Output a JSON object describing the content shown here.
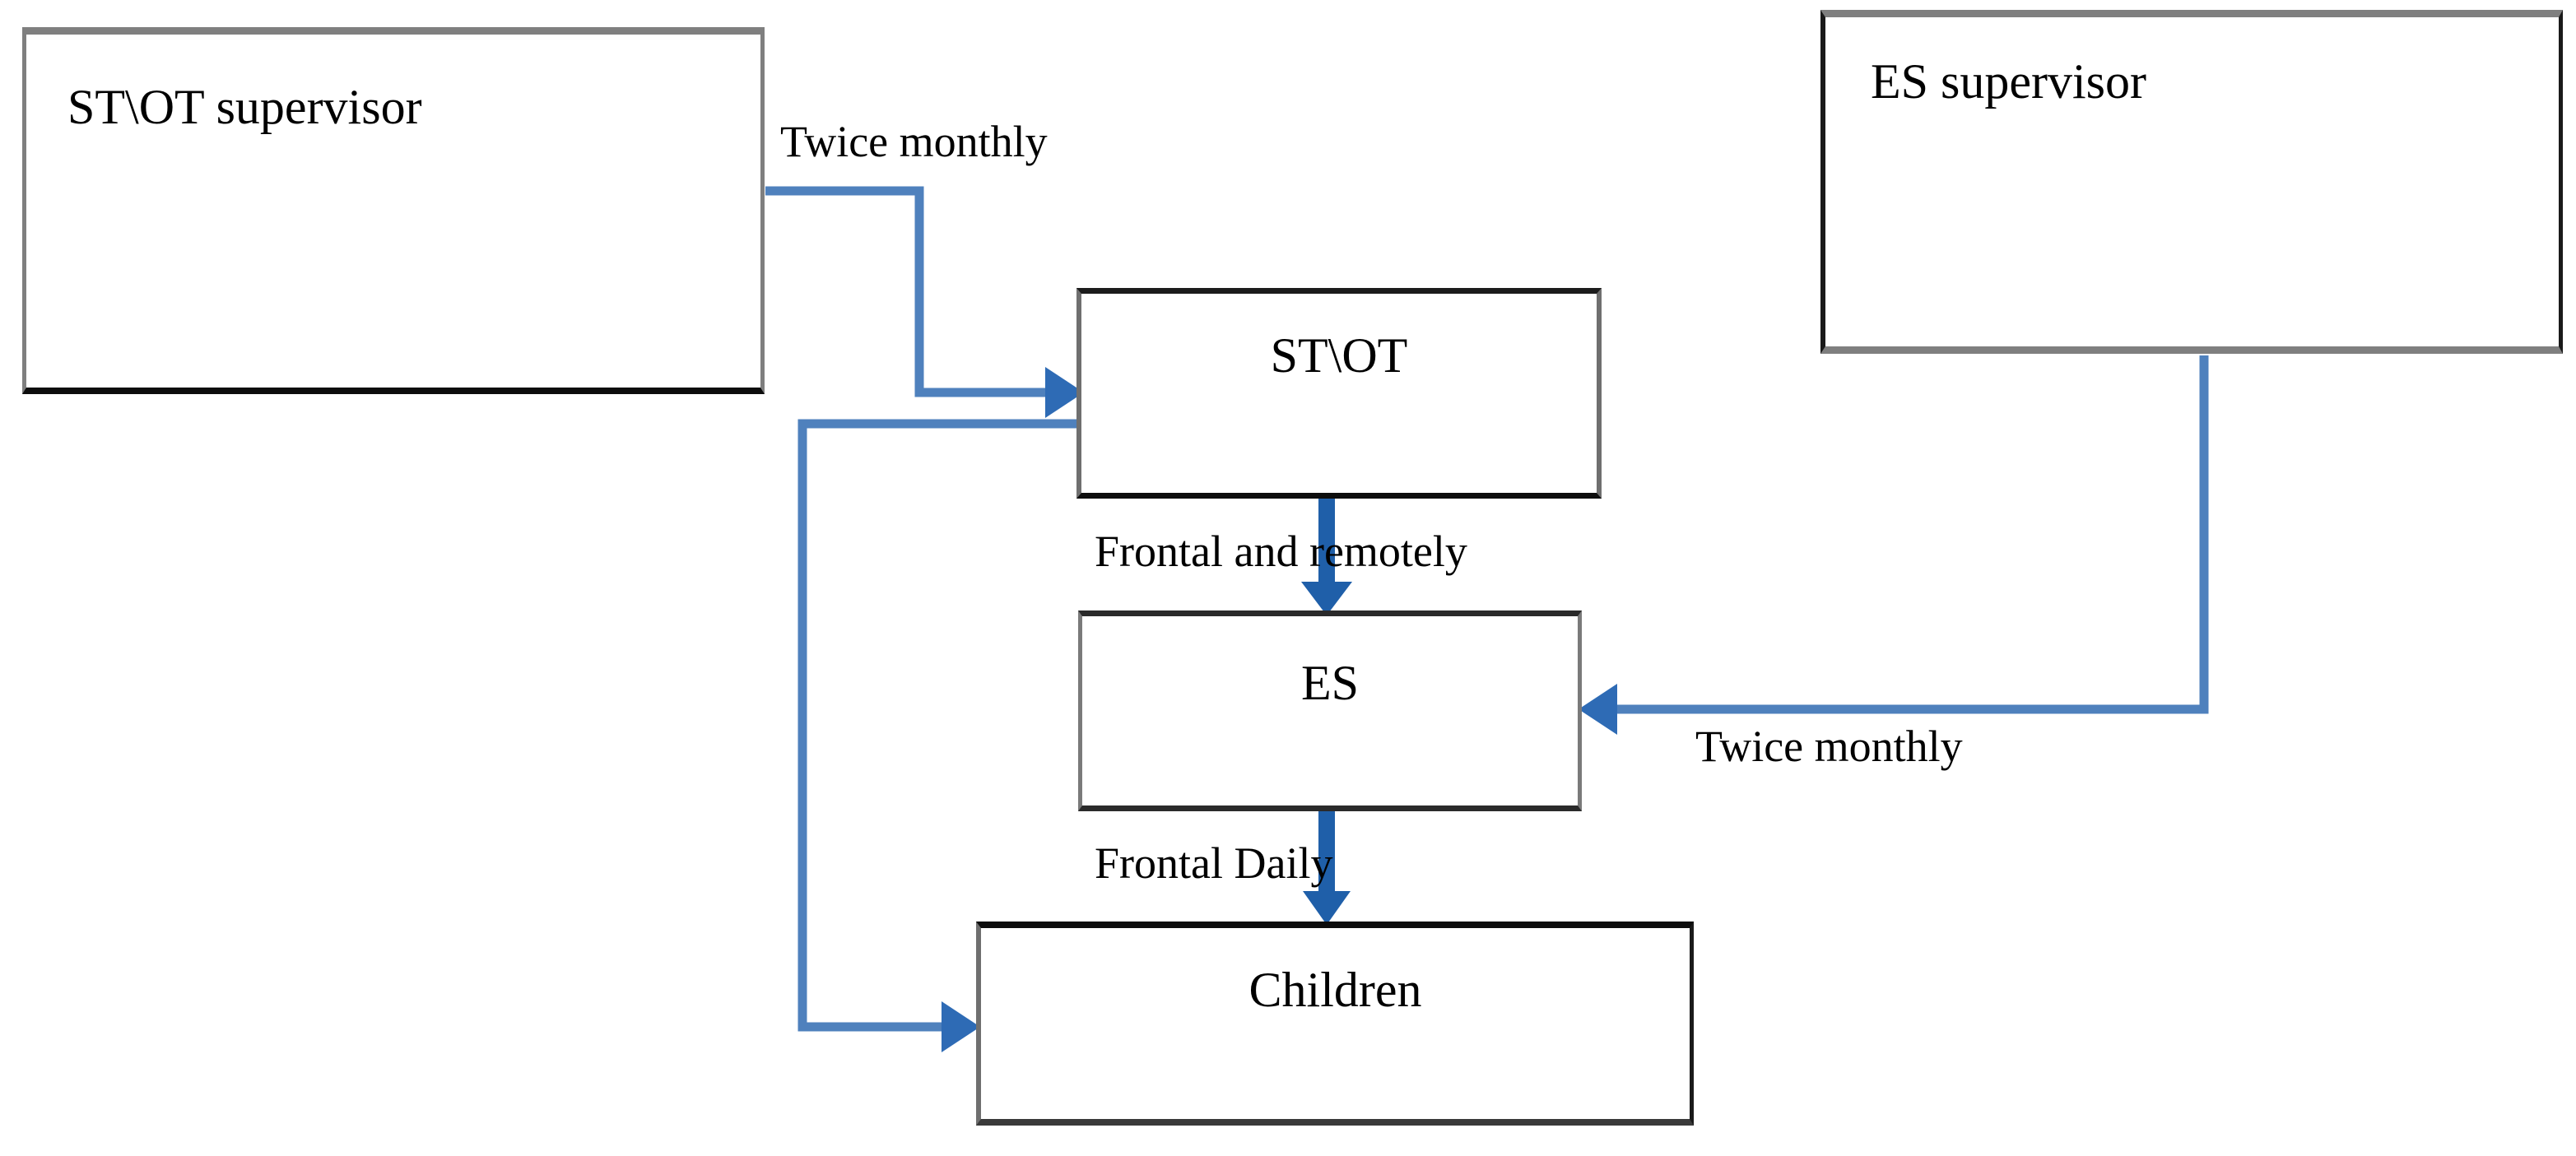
{
  "diagram": {
    "title": "Supervision and service delivery flow",
    "accent_color": "#4f81bd",
    "thick_arrow_color": "#1f5fa9",
    "box_border_color": "#808080",
    "text_color": "#000000",
    "background_color": "#ffffff",
    "nodes": [
      {
        "id": "st-ot-supervisor",
        "label": "ST\\OT supervisor"
      },
      {
        "id": "es-supervisor",
        "label": "ES supervisor"
      },
      {
        "id": "st-ot",
        "label": "ST\\OT"
      },
      {
        "id": "es",
        "label": "ES"
      },
      {
        "id": "children",
        "label": "Children"
      }
    ],
    "edges": [
      {
        "id": "st-ot-supervisor-to-st-ot",
        "from": "st-ot-supervisor",
        "to": "st-ot",
        "label": "Twice monthly",
        "style": "thin",
        "arrow": "right"
      },
      {
        "id": "st-ot-to-children",
        "from": "st-ot",
        "to": "children",
        "label": "",
        "style": "thin",
        "arrow": "right"
      },
      {
        "id": "st-ot-to-es",
        "from": "st-ot",
        "to": "es",
        "label": "Frontal and remotely",
        "style": "thick",
        "arrow": "down"
      },
      {
        "id": "es-supervisor-to-es",
        "from": "es-supervisor",
        "to": "es",
        "label": "Twice monthly",
        "style": "thin",
        "arrow": "left"
      },
      {
        "id": "es-to-children",
        "from": "es",
        "to": "children",
        "label": "Frontal Daily",
        "style": "thick",
        "arrow": "down"
      }
    ],
    "labels": {
      "twice_monthly_st": "Twice monthly",
      "frontal_and_remotely": "Frontal  and remotely",
      "twice_monthly_es": "Twice monthly",
      "frontal_daily": "Frontal  Daily"
    }
  }
}
